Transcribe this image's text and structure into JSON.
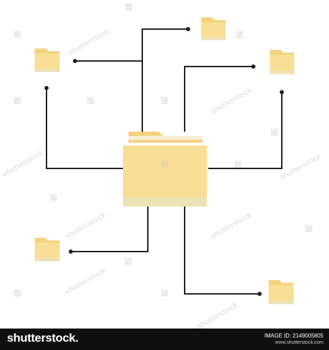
{
  "diagram": {
    "center_node": "folder-icon",
    "satellite_nodes": [
      "folder-icon",
      "folder-icon",
      "folder-icon",
      "folder-icon",
      "folder-icon"
    ],
    "colors": {
      "folder_front": "#F8DF95",
      "folder_back": "#F5D27E",
      "folder_bottom": "#EDE3B5",
      "line": "#1f1f1f",
      "watermark": "#b4b4b4"
    }
  },
  "watermark_text": "shutterstock",
  "footer": {
    "brand": "shutterstock.",
    "image_id": "IMAGE ID: 2149005805",
    "site": "www.shutterstock.com",
    "background": "#0f0f0f"
  }
}
